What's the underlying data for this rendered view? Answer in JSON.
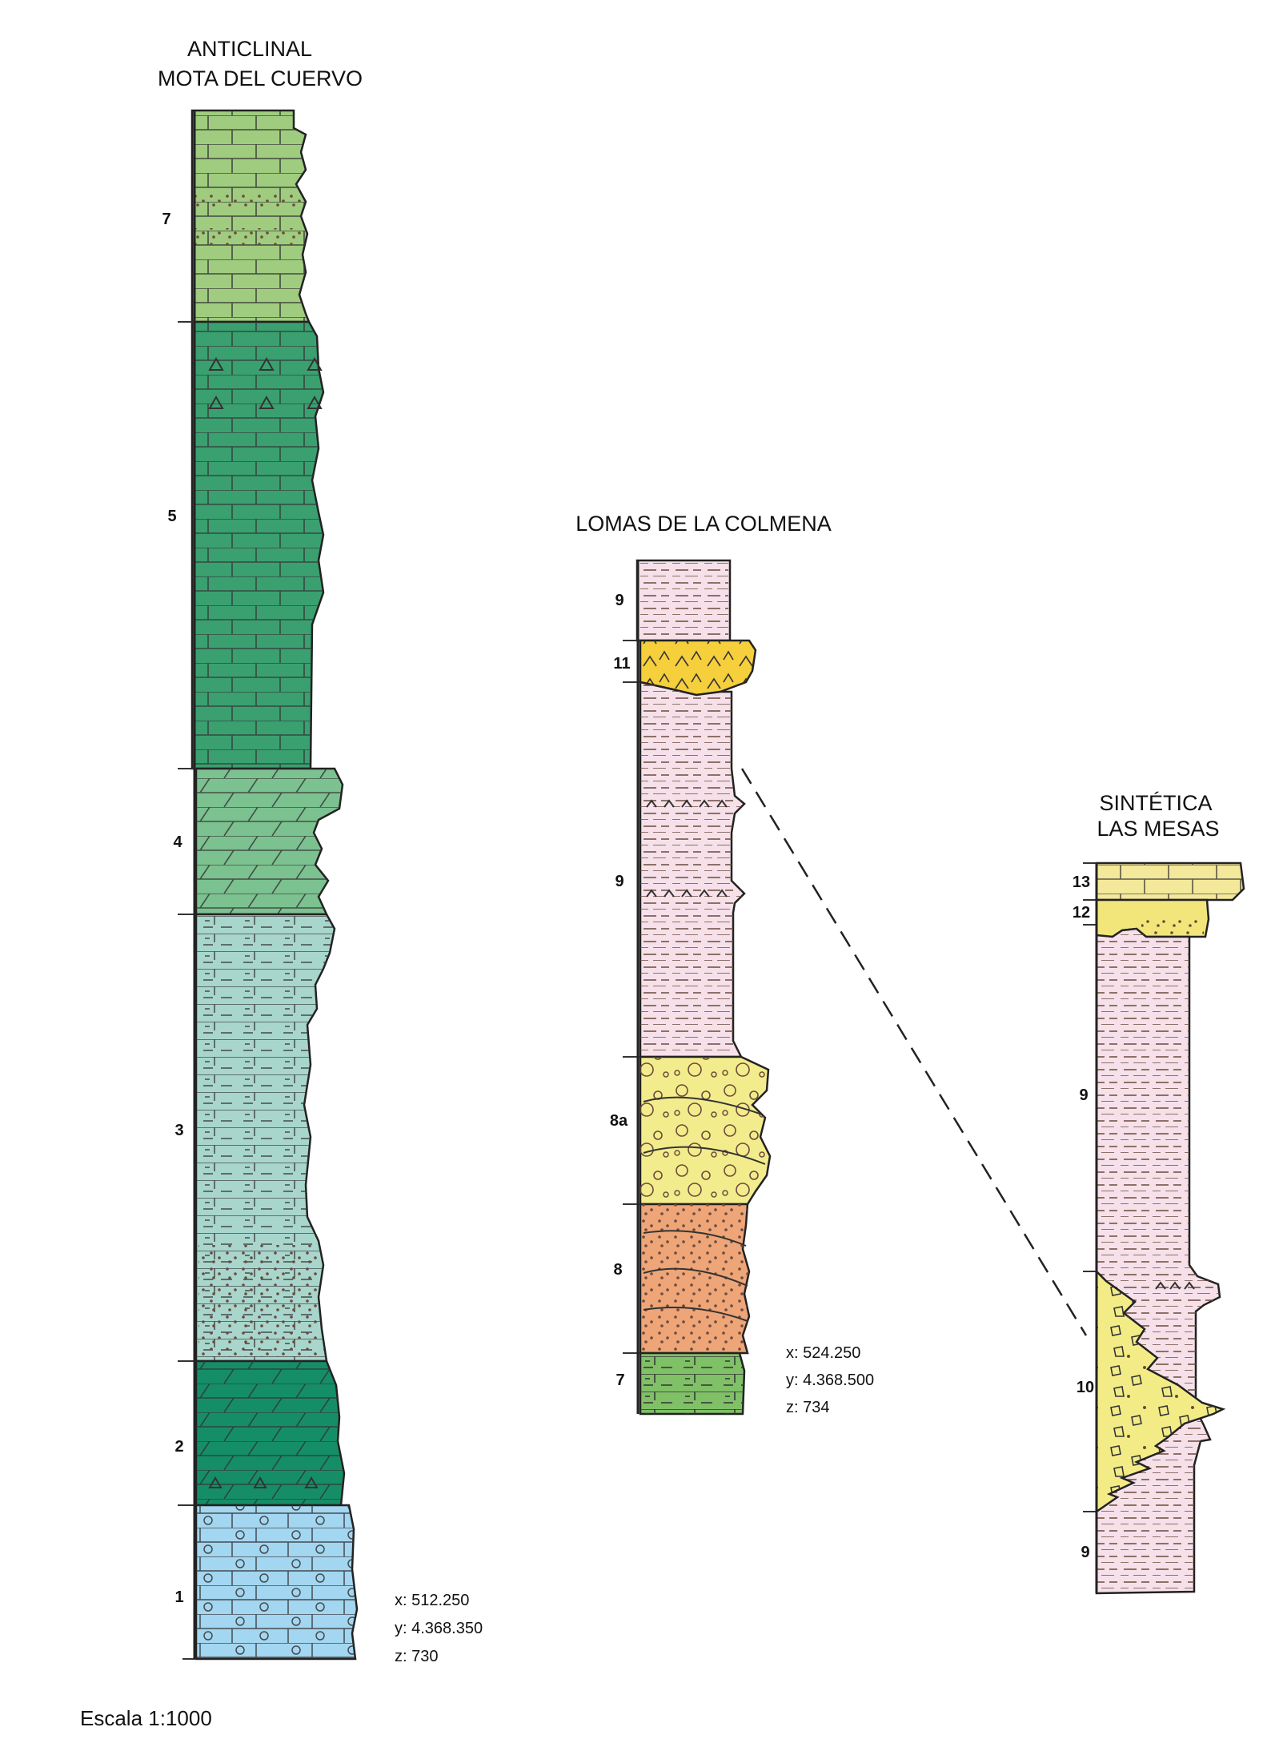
{
  "columns": [
    {
      "title_lines": [
        "ANTICLINAL",
        "MOTA DEL CUERVO"
      ],
      "units": [
        {
          "label": "7",
          "lithology": "calcarenita",
          "color": "#9fcc7f"
        },
        {
          "label": "5",
          "lithology": "caliza dolomítica",
          "color": "#3aa070"
        },
        {
          "label": "4",
          "lithology": "dolomía",
          "color": "#7cc190"
        },
        {
          "label": "3",
          "lithology": "margocaliza",
          "color": "#a8d6cc"
        },
        {
          "label": "2",
          "lithology": "dolomía",
          "color": "#158e68"
        },
        {
          "label": "1",
          "lithology": "caliza oolítica",
          "color": "#a3d6f0"
        }
      ],
      "coords": [
        "x: 512.250",
        "y: 4.368.350",
        "z: 730"
      ]
    },
    {
      "title_lines": [
        "LOMAS DE LA COLMENA"
      ],
      "units": [
        {
          "label": "9",
          "lithology": "lutita",
          "color": "#f6e1ea"
        },
        {
          "label": "11",
          "lithology": "yeso",
          "color": "#f5cf3c"
        },
        {
          "label": "9",
          "lithology": "lutita",
          "color": "#f6e1ea"
        },
        {
          "label": "8a",
          "lithology": "conglomerado",
          "color": "#f3ec8c"
        },
        {
          "label": "8",
          "lithology": "arenisca",
          "color": "#eea578"
        },
        {
          "label": "7",
          "lithology": "calcarenita",
          "color": "#80c067"
        }
      ],
      "coords": [
        "x: 524.250",
        "y: 4.368.500",
        "z: 734"
      ]
    },
    {
      "title_lines": [
        "SINTÉTICA",
        "LAS MESAS"
      ],
      "units": [
        {
          "label": "13",
          "lithology": "caliza",
          "color": "#f4e89a"
        },
        {
          "label": "12",
          "lithology": "arenisca",
          "color": "#f2e67a"
        },
        {
          "label": "9",
          "lithology": "lutita",
          "color": "#f6e1ea"
        },
        {
          "label": "10",
          "lithology": "brecha",
          "color": "#f3ec86"
        },
        {
          "label": "9",
          "lithology": "lutita",
          "color": "#f6e1ea"
        }
      ],
      "coords": []
    }
  ],
  "scale_text": "Escala 1:1000",
  "colors": {
    "line": "#222222",
    "pattern": "#6b4a3a"
  }
}
